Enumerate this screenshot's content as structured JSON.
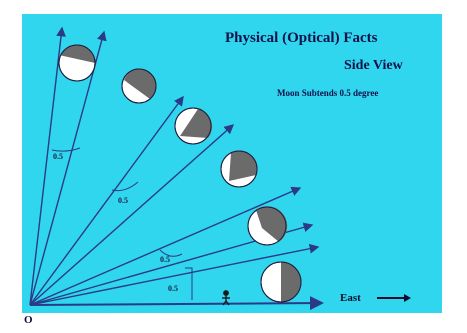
{
  "figure": {
    "title": "Physical (Optical) Facts",
    "subtitle": "Side View",
    "note": "Moon Subtends 0.5 degree",
    "origin_label": "O",
    "direction_label": "East",
    "angle_labels": [
      "0.5",
      "0.5",
      "0.5",
      "0.5"
    ],
    "colors": {
      "background": "#2fd6ee",
      "moon_dark": "#6b6b6b",
      "moon_light": "#ffffff",
      "line": "#2a3a88",
      "title_text": "#12124a"
    },
    "icons": [
      "observer-icon",
      "arrow-right-icon"
    ]
  }
}
